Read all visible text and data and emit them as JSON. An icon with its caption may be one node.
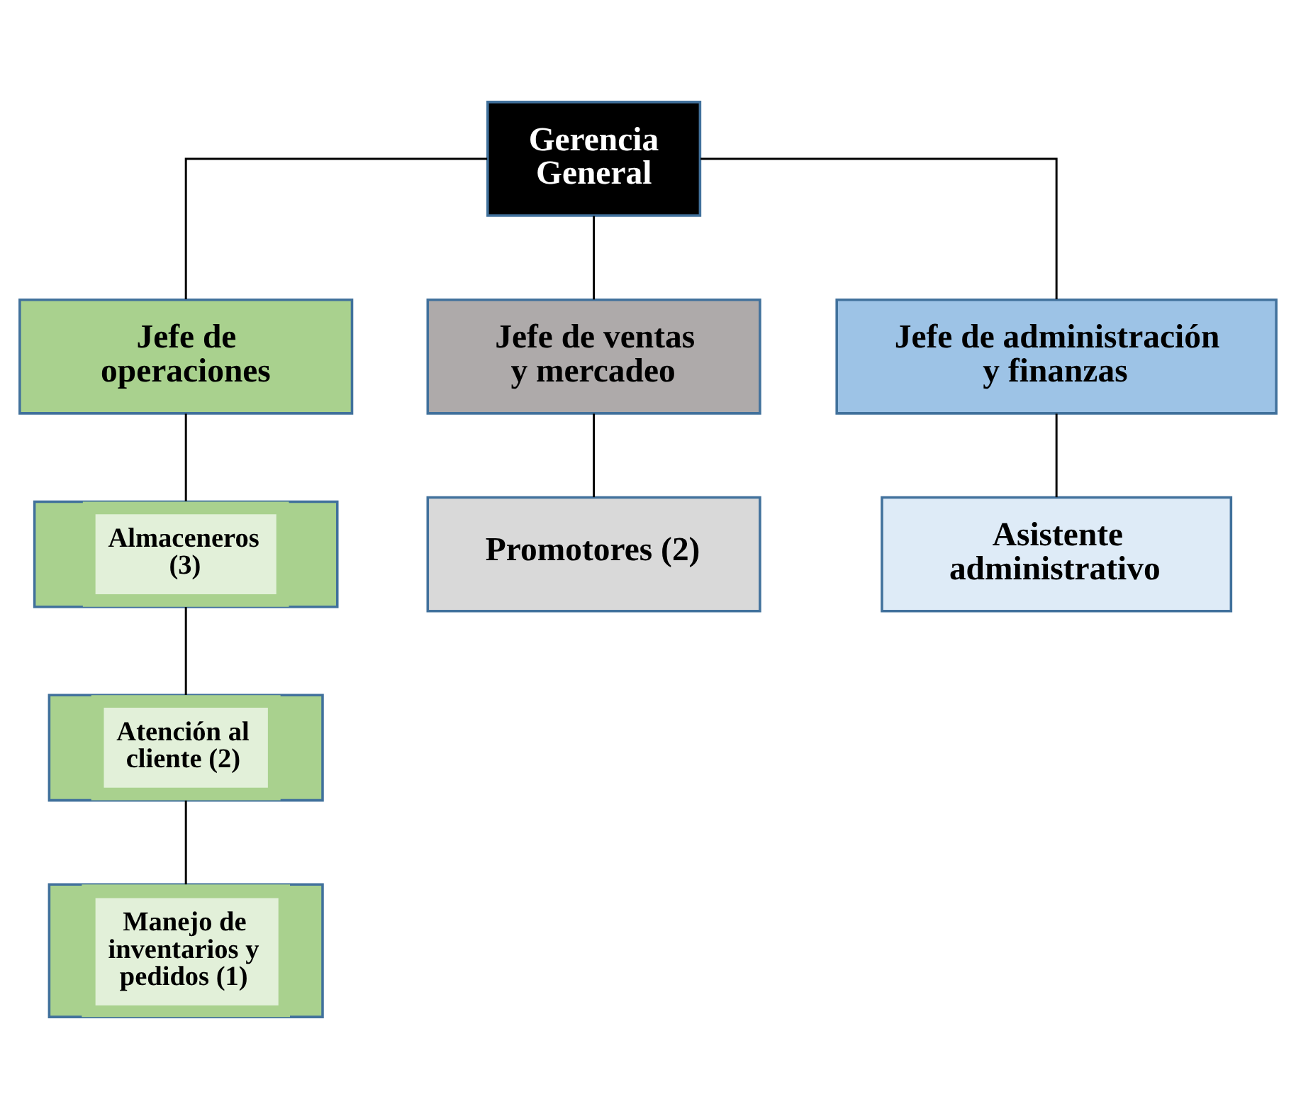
{
  "diagram": {
    "nodes": [
      {
        "text": [
          "Gerencia General"
        ]
      },
      {
        "text": [
          "Jefe de operaciones"
        ]
      },
      {
        "text": [
          "Jefe de ventas y mercadeo"
        ]
      },
      {
        "text": [
          "Jefe de administración y finanzas"
        ]
      },
      {
        "text": [
          "Almaceneros (3)"
        ]
      },
      {
        "text": [
          "Atención al cliente (2)"
        ]
      },
      {
        "text": [
          "Manejo de inventarios y pedidos (1)"
        ]
      },
      {
        "text": [
          "Promotores (2)"
        ]
      },
      {
        "text": [
          "Asistente administrativo"
        ]
      }
    ],
    "edges": [
      {
        "from": 0,
        "to": 1,
        "arrow": "none"
      },
      {
        "from": 0,
        "to": 2,
        "arrow": "none"
      },
      {
        "from": 0,
        "to": 3,
        "arrow": "none"
      },
      {
        "from": 1,
        "to": 4,
        "arrow": "none"
      },
      {
        "from": 4,
        "to": 5,
        "arrow": "none"
      },
      {
        "from": 5,
        "to": 6,
        "arrow": "none"
      },
      {
        "from": 2,
        "to": 7,
        "arrow": "none"
      },
      {
        "from": 3,
        "to": 8,
        "arrow": "none"
      }
    ]
  }
}
